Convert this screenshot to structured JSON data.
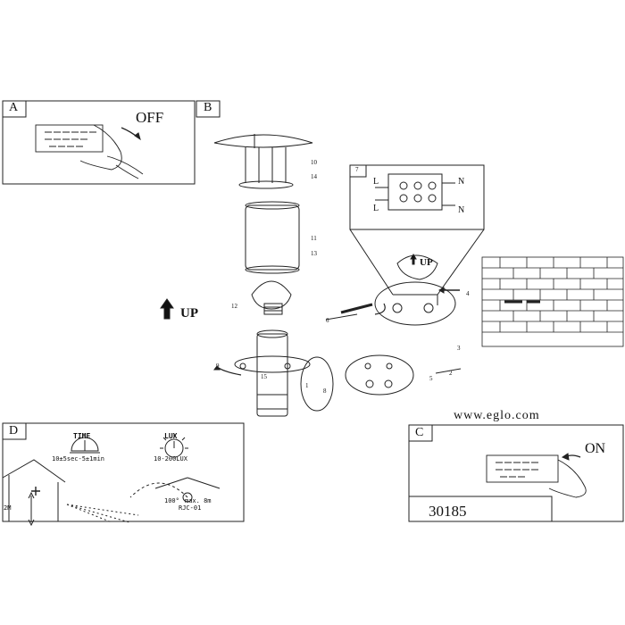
{
  "panels": {
    "a": {
      "letter": "A",
      "action": "OFF"
    },
    "b": {
      "letter": "B",
      "up_text": "UP",
      "terminals": {
        "l1": "L",
        "l2": "L",
        "n1": "N",
        "n2": "N"
      },
      "up_arrow_text": "UP"
    },
    "c": {
      "letter": "C",
      "action": "ON",
      "model": "30185"
    },
    "d": {
      "letter": "D",
      "time_label": "TIME",
      "time_range": "10±5sec-5±1min",
      "lux_label": "LUX",
      "lux_range": "10-200LUX",
      "angle": "100°",
      "range": "max. 8m",
      "sensor": "RJC-01",
      "height": "2M"
    }
  },
  "website": "www.eglo.com",
  "callouts": [
    "1",
    "2",
    "3",
    "4",
    "5",
    "6",
    "7",
    "8",
    "9",
    "10",
    "11",
    "12",
    "13",
    "14",
    "15"
  ]
}
